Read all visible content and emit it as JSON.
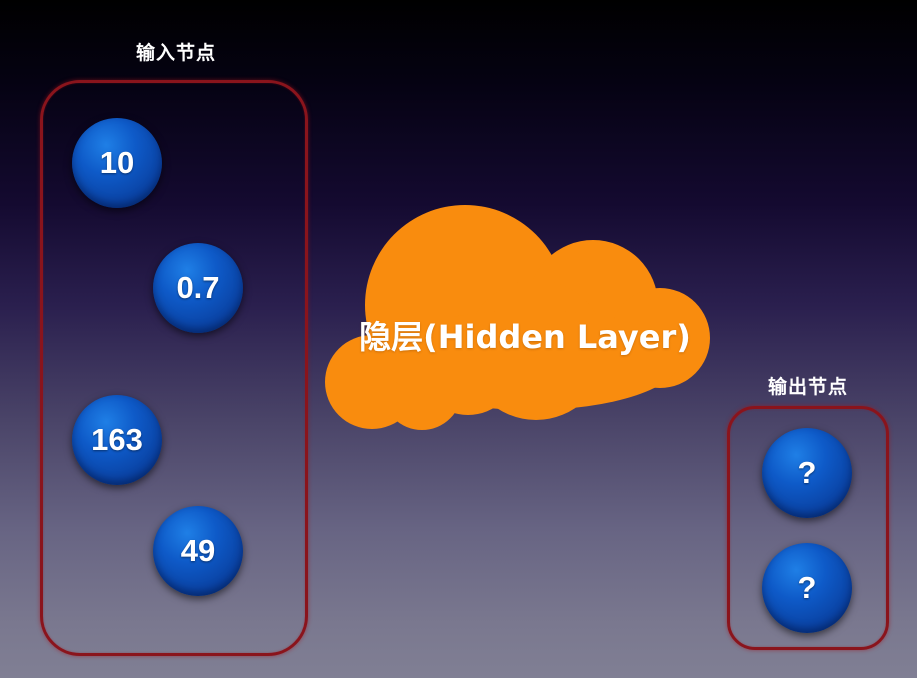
{
  "input_group": {
    "title": "输入节点",
    "nodes": [
      {
        "label": "10"
      },
      {
        "label": "0.7"
      },
      {
        "label": "163"
      },
      {
        "label": "49"
      }
    ]
  },
  "hidden_layer": {
    "label": "隐层(Hidden Layer)",
    "color": "#f98c0e"
  },
  "output_group": {
    "title": "输出节点",
    "nodes": [
      {
        "label": "?"
      },
      {
        "label": "?"
      }
    ]
  },
  "colors": {
    "node_fill": "#0e5ac8",
    "group_border": "#8a141c",
    "text": "#ffffff"
  }
}
